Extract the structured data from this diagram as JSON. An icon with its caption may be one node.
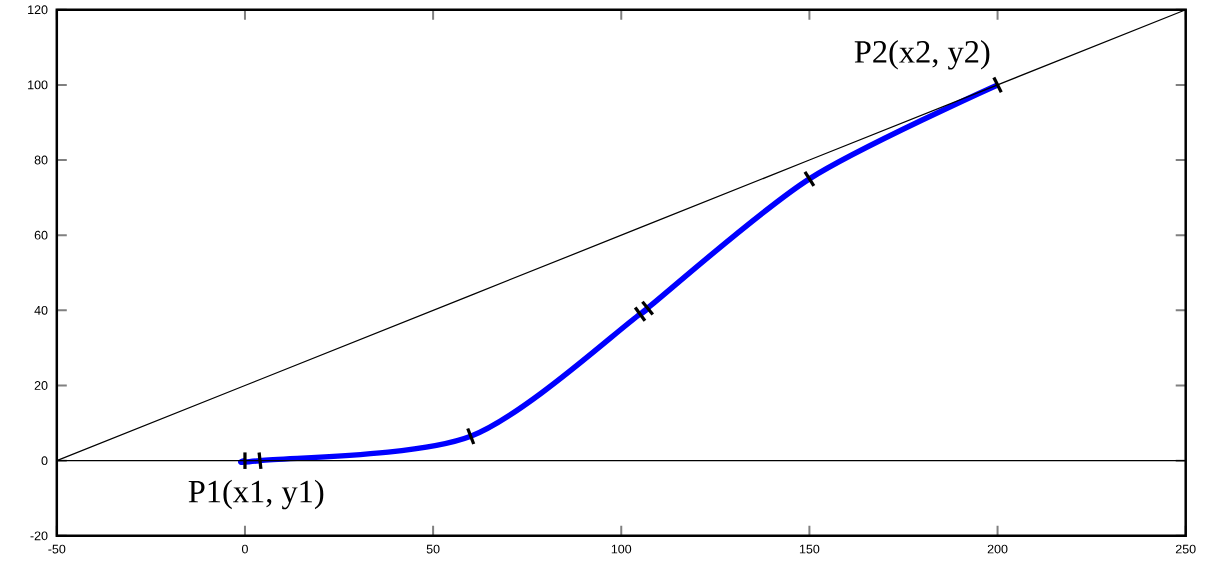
{
  "diagram": {
    "chart_data": {
      "type": "line",
      "x": [
        -50,
        0,
        4,
        60,
        105,
        107,
        150,
        200,
        250
      ],
      "series": [
        {
          "color": "#0000ff",
          "values": [
            null,
            0,
            0,
            6.5,
            39,
            40.6,
            75,
            100,
            null
          ]
        },
        {
          "color": "#000000",
          "values": [
            0,
            20,
            21.6,
            44,
            62,
            62.8,
            80,
            100,
            120
          ]
        },
        {
          "color": "#000000",
          "values": [
            0,
            0,
            0,
            0,
            0,
            0,
            0,
            0,
            0
          ]
        }
      ],
      "xlim": [
        -50,
        250
      ],
      "ylim": [
        -20,
        120
      ],
      "xticks": [
        -50,
        0,
        50,
        100,
        150,
        200,
        250
      ],
      "yticks": [
        -20,
        0,
        20,
        40,
        60,
        80,
        100,
        120
      ],
      "annotations": [
        "P1(x1, y1)",
        "P2(x2, y2)"
      ]
    }
  }
}
